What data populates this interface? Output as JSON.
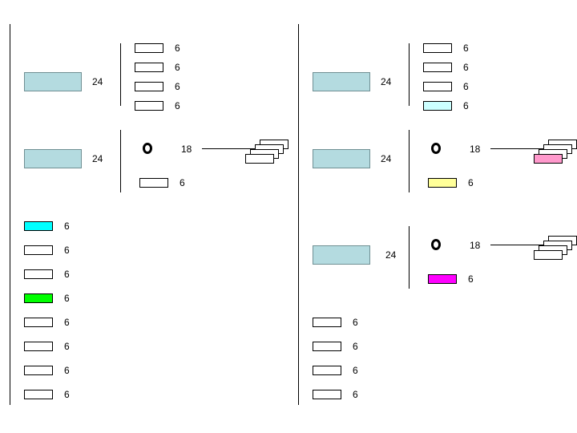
{
  "colors": {
    "big_box": "#b4dbe0",
    "cyan": "#00ffff",
    "green": "#00ff00",
    "light_cyan": "#ccffff",
    "yellow": "#ffff99",
    "pink": "#ff99cc",
    "magenta": "#ff00ff"
  },
  "left": {
    "group1": {
      "main": "24",
      "items": [
        "6",
        "6",
        "6",
        "6"
      ]
    },
    "group2": {
      "main": "24",
      "node": "18",
      "item": "6"
    },
    "list": [
      "6",
      "6",
      "6",
      "6",
      "6",
      "6",
      "6",
      "6"
    ]
  },
  "right": {
    "group1": {
      "main": "24",
      "items": [
        "6",
        "6",
        "6",
        "6"
      ]
    },
    "group2": {
      "main": "24",
      "node": "18",
      "item": "6"
    },
    "group3": {
      "main": "24",
      "node": "18",
      "item": "6"
    },
    "list": [
      "6",
      "6",
      "6",
      "6"
    ]
  }
}
